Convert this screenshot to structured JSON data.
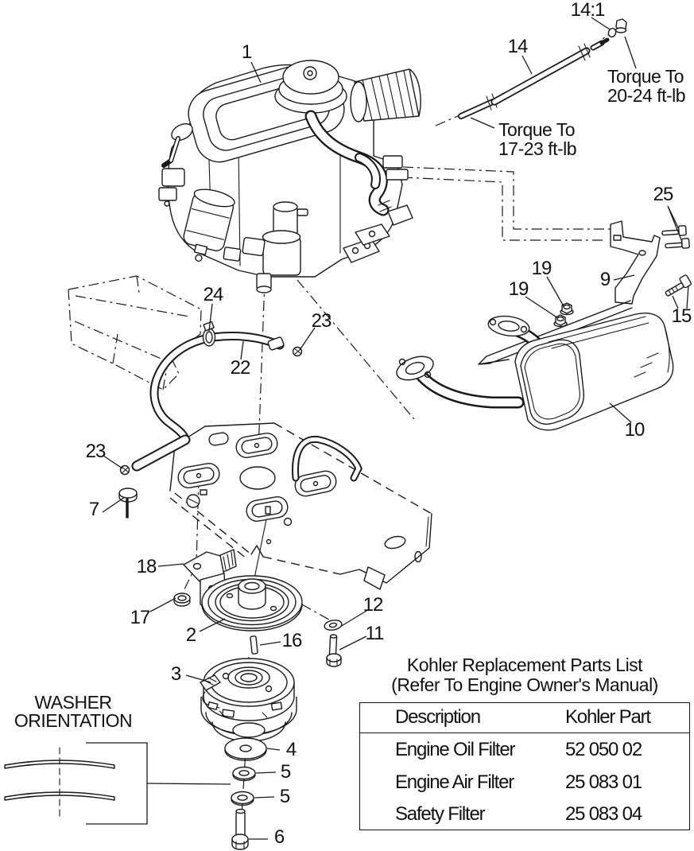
{
  "diagram": {
    "washer_note": {
      "line1": "WASHER",
      "line2": "ORIENTATION"
    },
    "torque_notes": [
      {
        "line1": "Torque To",
        "line2": "20-24 ft-lb"
      },
      {
        "line1": "Torque To",
        "line2": "17-23 ft-lb"
      }
    ],
    "callouts": [
      {
        "ref": "1"
      },
      {
        "ref": "14:1"
      },
      {
        "ref": "14"
      },
      {
        "ref": "25"
      },
      {
        "ref": "9"
      },
      {
        "ref": "19"
      },
      {
        "ref": "19"
      },
      {
        "ref": "15"
      },
      {
        "ref": "10"
      },
      {
        "ref": "24"
      },
      {
        "ref": "23"
      },
      {
        "ref": "22"
      },
      {
        "ref": "23"
      },
      {
        "ref": "7"
      },
      {
        "ref": "18"
      },
      {
        "ref": "17"
      },
      {
        "ref": "2"
      },
      {
        "ref": "16"
      },
      {
        "ref": "3"
      },
      {
        "ref": "12"
      },
      {
        "ref": "11"
      },
      {
        "ref": "4"
      },
      {
        "ref": "5"
      },
      {
        "ref": "5"
      },
      {
        "ref": "6"
      }
    ]
  },
  "parts_table": {
    "title_line1": "Kohler Replacement Parts List",
    "title_line2": "(Refer To Engine Owner's Manual)",
    "headers": {
      "description": "Description",
      "part": "Kohler Part"
    },
    "rows": [
      {
        "description": "Engine Oil Filter",
        "part": "52 050 02"
      },
      {
        "description": "Engine Air Filter",
        "part": "25 083 01"
      },
      {
        "description": "Safety Filter",
        "part": "25 083 04"
      }
    ]
  }
}
